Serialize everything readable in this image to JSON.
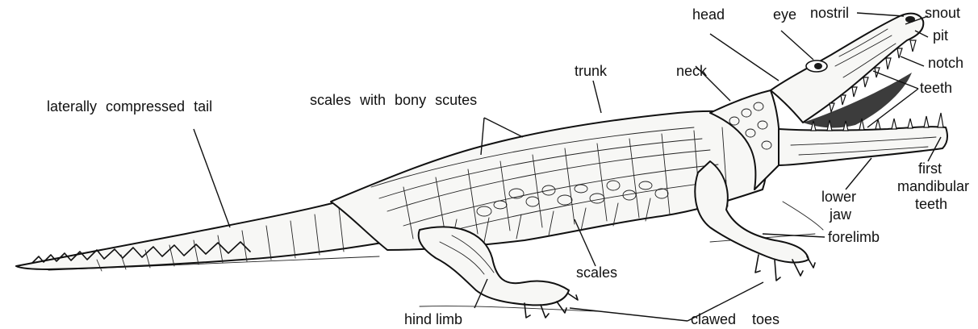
{
  "labels": {
    "tail": "laterally compressed tail",
    "scutes": "scales with bony scutes",
    "trunk": "trunk",
    "neck": "neck",
    "head": "head",
    "eye": "eye",
    "nostril": "nostril",
    "snout": "snout",
    "pit": "pit",
    "notch": "notch",
    "teeth": "teeth",
    "first_mandibular_1": "first",
    "first_mandibular_2": "mandibular",
    "first_mandibular_3": "teeth",
    "lower_jaw_1": "lower",
    "lower_jaw_2": "jaw",
    "forelimb": "forelimb",
    "scales": "scales",
    "hind_limb": "hind limb",
    "clawed_toes": "clawed    toes"
  }
}
